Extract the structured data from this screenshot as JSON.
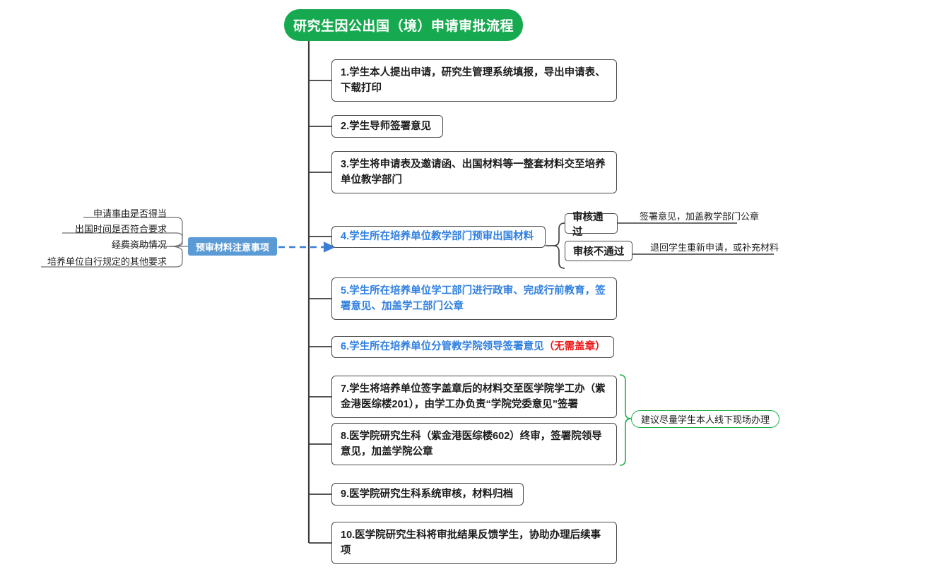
{
  "diagram": {
    "type": "mindmap-flowchart",
    "title": "研究生因公出国（境）申请审批流程",
    "accent_green": "#17a94f",
    "accent_blue": "#2f7fe0",
    "accent_red": "#ee1111",
    "note_box_blue": "#5b9bd5",
    "line_color": "#4a4a4a",
    "green_bracket_color": "#22b04e"
  },
  "steps": [
    {
      "id": "step-1",
      "text": "1.学生本人提出申请，研究生管理系统填报，导出申请表、下载打印",
      "color": "dark"
    },
    {
      "id": "step-2",
      "text": "2.学生导师签署意见",
      "color": "dark"
    },
    {
      "id": "step-3",
      "text": "3.学生将申请表及邀请函、出国材料等一整套材料交至培养单位教学部门",
      "color": "dark"
    },
    {
      "id": "step-4",
      "text": "4.学生所在培养单位教学部门预审出国材料",
      "color": "blue"
    },
    {
      "id": "step-5",
      "text": "5.学生所在培养单位学工部门进行政审、完成行前教育，签署意见、加盖学工部门公章",
      "color": "blue"
    },
    {
      "id": "step-6",
      "text": "6.学生所在培养单位分管教学院领导签署意见",
      "suffix_red": "（无需盖章）",
      "color": "blue"
    },
    {
      "id": "step-7",
      "text": "7.学生将培养单位签字盖章后的材料交至医学院学工办（紫金港医综楼201），由学工办负责“学院党委意见”签署",
      "color": "dark"
    },
    {
      "id": "step-8",
      "text": "8.医学院研究生科（紫金港医综楼602）终审，签署院领导意见，加盖学院公章",
      "color": "dark"
    },
    {
      "id": "step-9",
      "text": "9.医学院研究生科系统审核，材料归档",
      "color": "dark"
    },
    {
      "id": "step-10",
      "text": "10.医学院研究生科将审批结果反馈学生，协助办理后续事项",
      "color": "dark"
    }
  ],
  "branch": {
    "pass_label": "审核通过",
    "fail_label": "审核不通过",
    "pass_edge_label": "签署意见，加盖教学部门公章",
    "fail_edge_label": "退回学生重新申请，或补充材料"
  },
  "prereview": {
    "box_label": "预审材料注意事项",
    "items": [
      "申请事由是否得当",
      "出国时间是否符合要求",
      "经费资助情况",
      "培养单位自行规定的其他要求"
    ]
  },
  "callout": {
    "text": "建议尽量学生本人线下现场办理"
  }
}
